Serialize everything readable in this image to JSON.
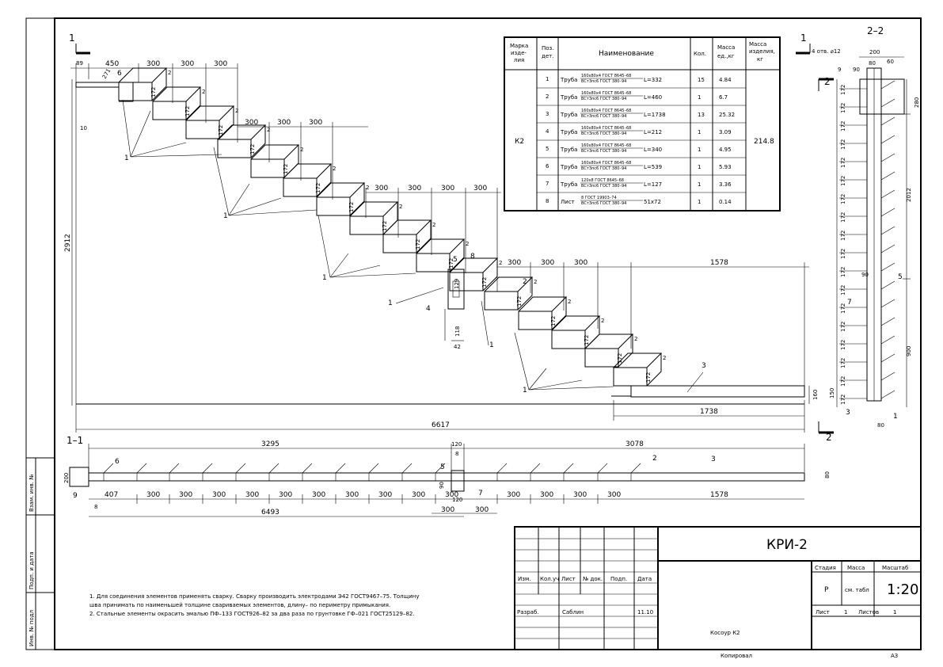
{
  "stamp": {
    "code": "КРИ-2",
    "stage_h": "Стадия",
    "mass_h": "Масса",
    "scale_h": "Масштаб",
    "stage": "Р",
    "mass": "см. табл",
    "scale": "1:20",
    "sheet_lbl": "Лист",
    "sheet_no": "1",
    "sheets_lbl": "Листов",
    "sheets_no": "1",
    "c_izm": "Изм.",
    "c_koluch": "Кол.уч",
    "c_list": "Лист",
    "c_ndok": "№ док.",
    "c_podp": "Подп.",
    "c_data": "Дата",
    "role": "Разраб.",
    "name": "Саблин",
    "date": "11.10",
    "title": "Косоур К2",
    "copied": "Копировал",
    "format": "A3"
  },
  "side": {
    "inv": "Инв. № подл",
    "sign_date": "Подп. и дата",
    "vzam": "Взам. инв. №"
  },
  "notes": [
    "1. Для соединения элементов применять сварку. Сварку производить электродами Э42 ГОСТ9467–75. Толщину",
    "швa принимать по наименьшей толщине свариваемых элементов, длину– по периметру примыкания.",
    "2. Стальные элементы окрасить эмалью ПФ–133 ГОСТ926–82 за два раза по грунтовке ГФ–021 ГОСТ25129–82."
  ],
  "spec": {
    "headers": [
      "Марка изде- лия",
      "Поз. дет.",
      "Наименование",
      "Кол.",
      "Масса ед.,кг",
      "Масса изделия, кг"
    ],
    "mark": "К2",
    "total": "214.8",
    "rows": [
      {
        "pos": "1",
        "pre": "Труба",
        "frac_top": "160х80х4 ГОСТ 8645–68",
        "frac_bot": "ВСт3пс6 ГОСТ 380–94",
        "suffix": "L=332",
        "qty": "15",
        "mass": "4.84"
      },
      {
        "pos": "2",
        "pre": "Труба",
        "frac_top": "160х80х4 ГОСТ 8645–68",
        "frac_bot": "ВСт3пс6 ГОСТ 380–94",
        "suffix": "L=460",
        "qty": "1",
        "mass": "6.7"
      },
      {
        "pos": "3",
        "pre": "Труба",
        "frac_top": "160х80х4 ГОСТ 8645–68",
        "frac_bot": "ВСт3пс6 ГОСТ 380–94",
        "suffix": "L=1738",
        "qty": "13",
        "mass": "25.32"
      },
      {
        "pos": "4",
        "pre": "Труба",
        "frac_top": "160х80х4 ГОСТ 8645–68",
        "frac_bot": "ВСт3пс6 ГОСТ 380–94",
        "suffix": "L=212",
        "qty": "1",
        "mass": "3.09"
      },
      {
        "pos": "5",
        "pre": "Труба",
        "frac_top": "160х80х4 ГОСТ 8645–68",
        "frac_bot": "ВСт3пс6 ГОСТ 380–94",
        "suffix": "L=340",
        "qty": "1",
        "mass": "4.95"
      },
      {
        "pos": "6",
        "pre": "Труба",
        "frac_top": "160х80х4 ГОСТ 8645–68",
        "frac_bot": "ВСт3пс6 ГОСТ 380–94",
        "suffix": "L=539",
        "qty": "1",
        "mass": "5.93"
      },
      {
        "pos": "7",
        "pre": "Труба",
        "frac_top": "120х8 ГОСТ 8645–68",
        "frac_bot": "ВСт3пс6 ГОСТ 380–94",
        "suffix": "L=127",
        "qty": "1",
        "mass": "3.36"
      },
      {
        "pos": "8",
        "pre": "Лист",
        "frac_top": "8 ГОСТ 19903–74",
        "frac_bot": "ВСт3пс6 ГОСТ 380–94",
        "suffix": "51х72",
        "qty": "1",
        "mass": "0.14"
      }
    ]
  },
  "elev": {
    "top_dims_1": [
      "450",
      "300",
      "300",
      "300"
    ],
    "left_offset": "89",
    "top_dims_2": [
      "300",
      "300",
      "300"
    ],
    "top_dims_3": [
      "300",
      "300",
      "300",
      "300"
    ],
    "top_dims_4": [
      "300",
      "300",
      "300"
    ],
    "landing": "1578",
    "height": "2912",
    "step_h": "172",
    "base": "160",
    "total_len": "6617",
    "bottom_len": "1738",
    "d_271": "271",
    "d_10": "10",
    "d_129": "129",
    "d_118": "118",
    "d_42": "42",
    "pos": [
      "1",
      "2",
      "3",
      "4",
      "5",
      "6",
      "8"
    ]
  },
  "sec22": {
    "title": "2–2",
    "holes": "4 отв. ⌀12",
    "d200": "200",
    "d80": "80",
    "d60": "60",
    "d280": "280",
    "d2012": "2012",
    "d900": "900",
    "d150": "150",
    "d90": "90",
    "pos": [
      "9",
      "5",
      "7",
      "3",
      "1"
    ]
  },
  "sec11": {
    "title": "1–1",
    "total_top_left": "3295",
    "mid": "120",
    "total_top_right": "3078",
    "d200": "200",
    "first": "407",
    "steps_left": [
      "300",
      "300",
      "300",
      "300",
      "300",
      "300",
      "300",
      "300",
      "300",
      "300"
    ],
    "steps_right": [
      "300",
      "300",
      "300",
      "300"
    ],
    "land": "1578",
    "total": "6493",
    "d80": "80",
    "pos": [
      "6",
      "5",
      "8",
      "2",
      "3",
      "9",
      "7"
    ]
  },
  "cut_marks": {
    "one": "1",
    "two": "2"
  }
}
